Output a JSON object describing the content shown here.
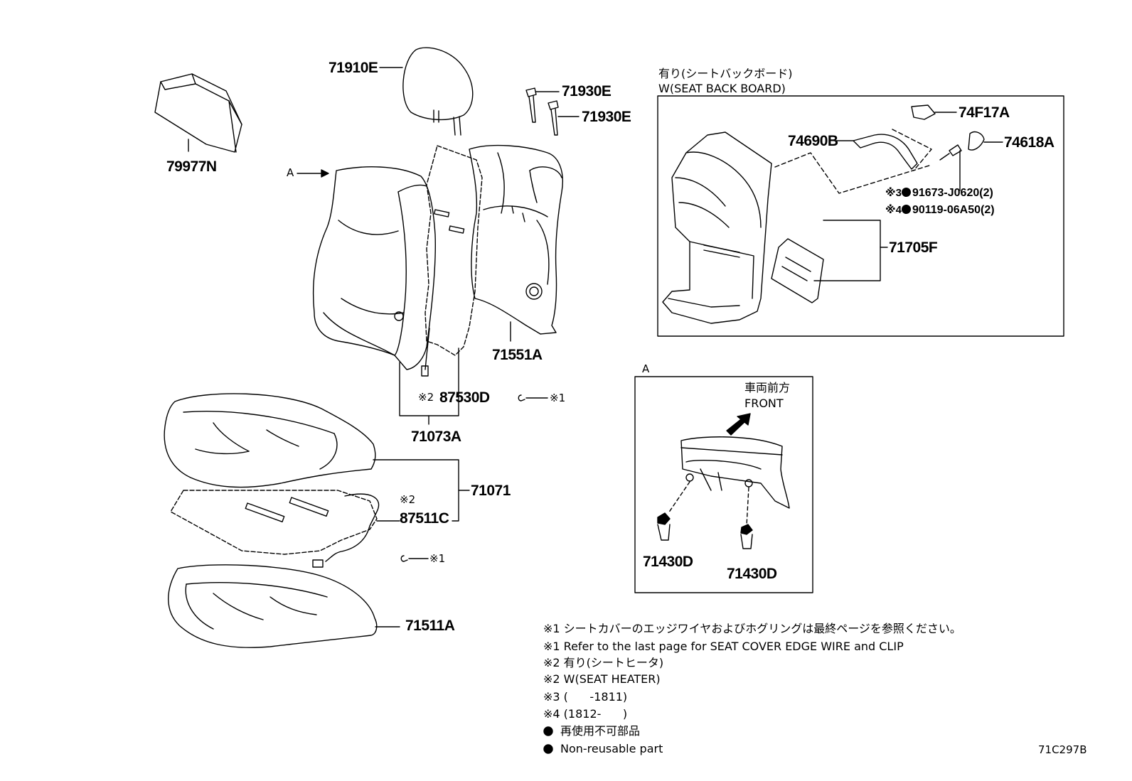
{
  "parts": {
    "p79977N": "79977N",
    "p71910E": "71910E",
    "p71930E_a": "71930E",
    "p71930E_b": "71930E",
    "p71551A": "71551A",
    "p87530D": "87530D",
    "p71073A": "71073A",
    "p71071": "71071",
    "p87511C": "87511C",
    "p71511A": "71511A",
    "p74F17A": "74F17A",
    "p74690B": "74690B",
    "p74618A": "74618A",
    "p91673": "91673-J0620(2)",
    "p90119": "90119-06A50(2)",
    "p71705F": "71705F",
    "p71430D_a": "71430D",
    "p71430D_b": "71430D"
  },
  "marks": {
    "view_a": "A",
    "ref2": "※2",
    "ref2_heater": "※2",
    "ref1_a": "※1",
    "ref1_b": "※1",
    "ref3": "※3",
    "ref4": "※4"
  },
  "inset_back_board": {
    "title_jp": "有り(シートバックボード)",
    "title_en": "W(SEAT BACK BOARD)"
  },
  "inset_a": {
    "label": "A",
    "front_jp": "車両前方",
    "front_en": "FRONT"
  },
  "notes": [
    "※1 シートカバーのエッジワイヤおよびホグリングは最終ページを参照ください。",
    "※1 Refer to the last page for SEAT COVER EDGE WIRE and CLIP",
    "※2 有り(シートヒータ)",
    "※2 W(SEAT HEATER)",
    "※3 (      -1811)",
    "※4 (1812-      )",
    "再使用不可部品",
    "Non-reusable part"
  ],
  "drawing_code": "71C297B"
}
